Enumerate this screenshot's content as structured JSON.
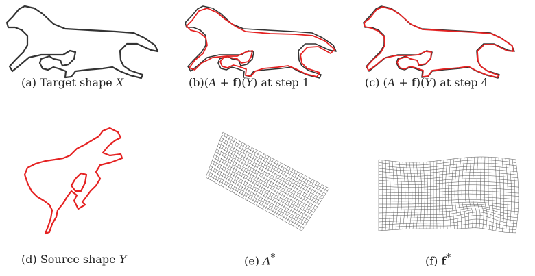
{
  "figure": {
    "captions": {
      "a": {
        "pre": "(a) Target shape ",
        "var": "X"
      },
      "b": {
        "pre": "(b)(",
        "A": "A",
        "plus": " + ",
        "f": "f",
        "mid": ")(",
        "Y": "Y",
        "post": ") at step 1"
      },
      "c": {
        "pre": "(c) (",
        "A": "A",
        "plus": " + ",
        "f": "f",
        "mid": ")(",
        "Y": "Y",
        "post": ") at step 4"
      },
      "d": {
        "pre": "(d) Source shape ",
        "var": "Y"
      },
      "e": {
        "pre": "(e) ",
        "var": "A",
        "sup": "*"
      },
      "f": {
        "pre": "(f) ",
        "var": "f",
        "sup": "*"
      }
    },
    "colors": {
      "target": "#333333",
      "source": "#e52222",
      "grid": "#555555"
    }
  }
}
